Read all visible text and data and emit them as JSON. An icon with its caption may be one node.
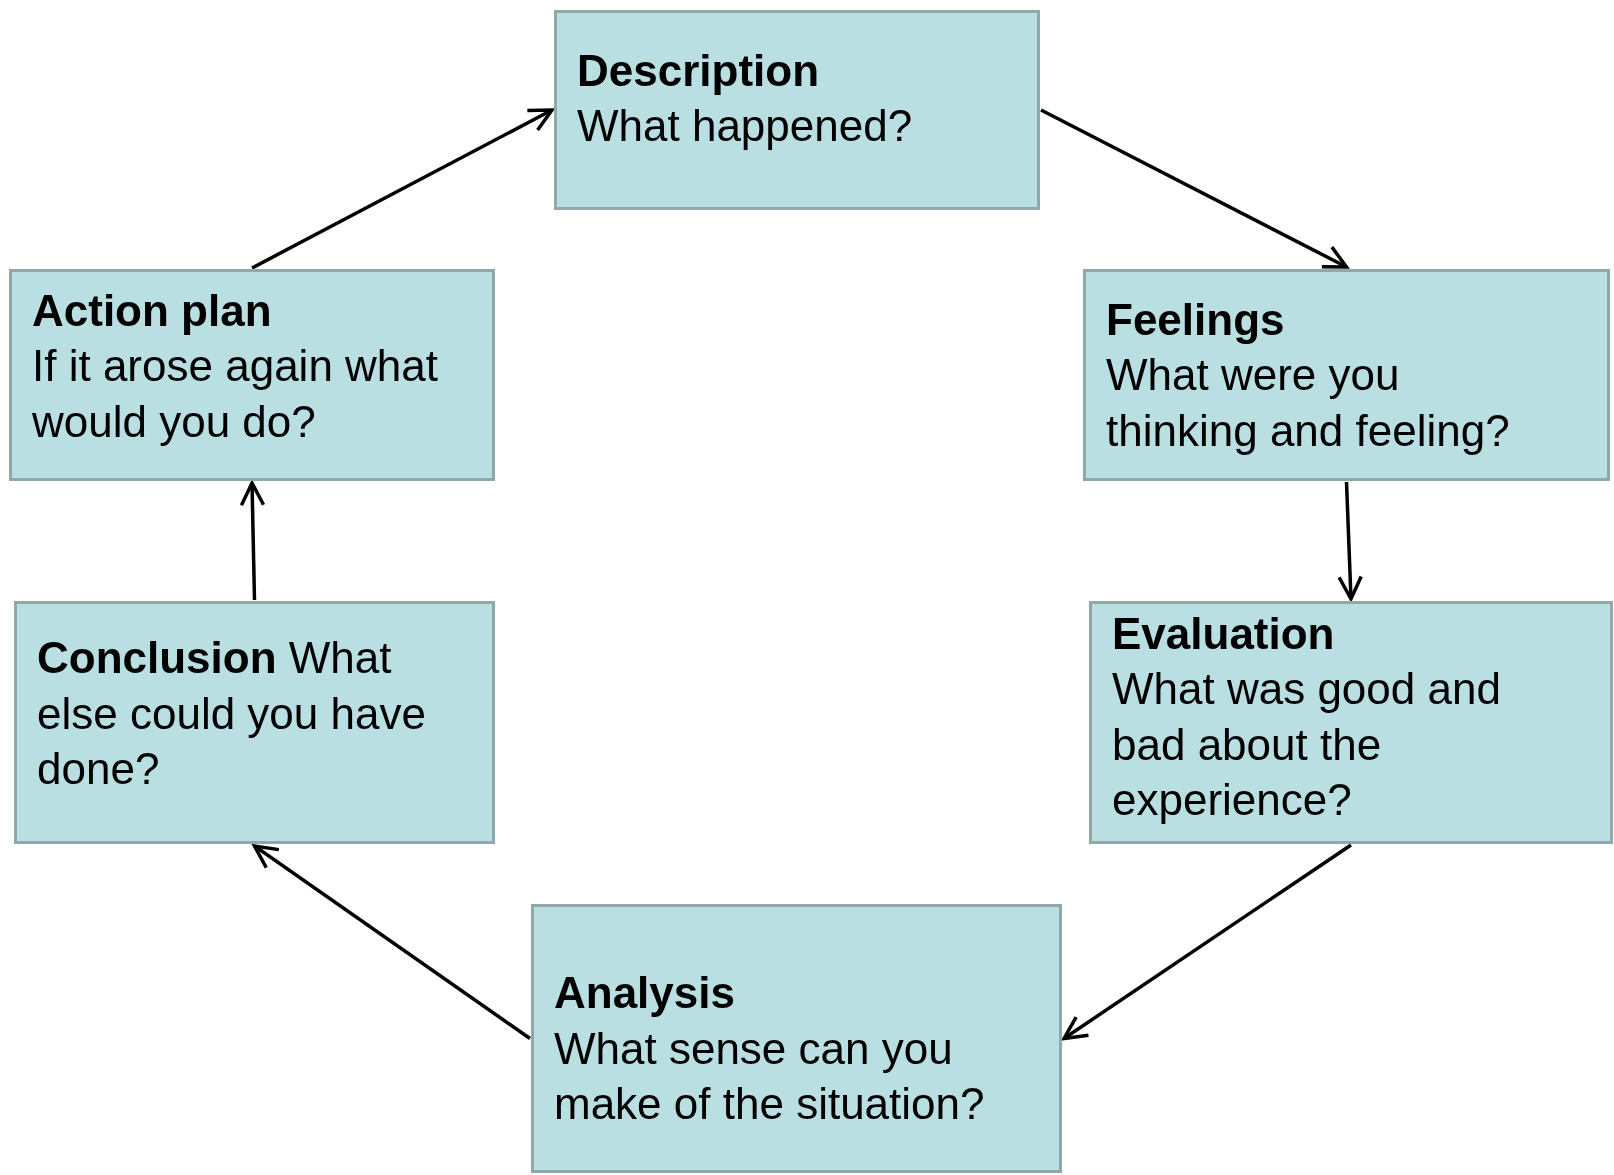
{
  "diagram": {
    "nodes": [
      {
        "text": [
          "Description",
          "What happened?"
        ]
      },
      {
        "text": [
          "Feelings",
          "What were you thinking and feeling?"
        ]
      },
      {
        "text": [
          "Evaluation",
          "What was good and bad about the experience?"
        ]
      },
      {
        "text": [
          "Analysis",
          "What sense can you make of the situation?"
        ]
      },
      {
        "text": [
          "**Conclusion** What else could you have done?"
        ]
      },
      {
        "text": [
          "Action plan",
          "If it arose again what would you do?"
        ]
      }
    ],
    "edges": [
      {
        "from": 0,
        "to": 1,
        "arrow": "to"
      },
      {
        "from": 1,
        "to": 2,
        "arrow": "to"
      },
      {
        "from": 2,
        "to": 3,
        "arrow": "to"
      },
      {
        "from": 3,
        "to": 4,
        "arrow": "to"
      },
      {
        "from": 4,
        "to": 5,
        "arrow": "to"
      },
      {
        "from": 5,
        "to": 0,
        "arrow": "to"
      }
    ]
  }
}
